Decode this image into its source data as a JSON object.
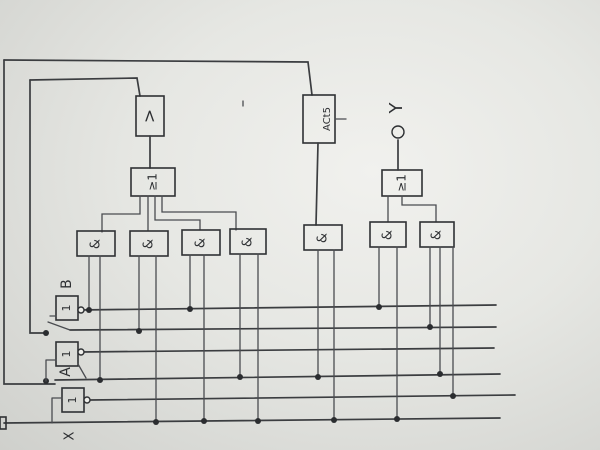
{
  "diagram": {
    "top_block": {
      "symbol": ">"
    },
    "counter_block": {
      "label": "ACt5"
    },
    "or_gates": [
      {
        "label": "≥1"
      },
      {
        "label": "≥1"
      }
    ],
    "and_gate_label": "&",
    "ff_labels": [
      {
        "letter": "B",
        "value": "1"
      },
      {
        "letter": "A",
        "value": "1"
      },
      {
        "letter": "",
        "value": "1"
      }
    ],
    "input_label": "X",
    "output_label": "Y"
  }
}
